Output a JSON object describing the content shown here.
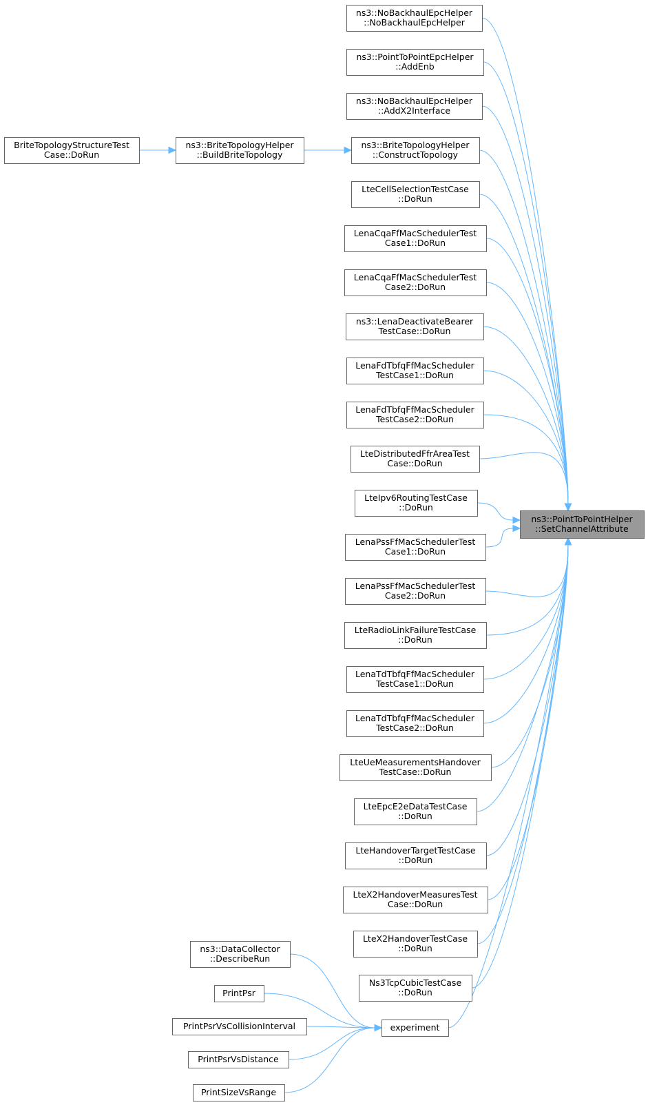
{
  "graph": {
    "edge_color": "#63b8ff",
    "target_fill": "#999999",
    "box_stroke": "#666666",
    "nodes": [
      {
        "id": "target",
        "lines": [
          "ns3::PointToPointHelper",
          "::SetChannelAttribute"
        ]
      },
      {
        "id": "n1",
        "lines": [
          "ns3::NoBackhaulEpcHelper",
          "::NoBackhaulEpcHelper"
        ]
      },
      {
        "id": "n2",
        "lines": [
          "ns3::PointToPointEpcHelper",
          "::AddEnb"
        ]
      },
      {
        "id": "n3",
        "lines": [
          "ns3::NoBackhaulEpcHelper",
          "::AddX2Interface"
        ]
      },
      {
        "id": "n4",
        "lines": [
          "ns3::BriteTopologyHelper",
          "::ConstructTopology"
        ]
      },
      {
        "id": "n5",
        "lines": [
          "LteCellSelectionTestCase",
          "::DoRun"
        ]
      },
      {
        "id": "n6",
        "lines": [
          "LenaCqaFfMacSchedulerTest",
          "Case1::DoRun"
        ]
      },
      {
        "id": "n7",
        "lines": [
          "LenaCqaFfMacSchedulerTest",
          "Case2::DoRun"
        ]
      },
      {
        "id": "n8",
        "lines": [
          "ns3::LenaDeactivateBearer",
          "TestCase::DoRun"
        ]
      },
      {
        "id": "n9",
        "lines": [
          "LenaFdTbfqFfMacScheduler",
          "TestCase1::DoRun"
        ]
      },
      {
        "id": "n10",
        "lines": [
          "LenaFdTbfqFfMacScheduler",
          "TestCase2::DoRun"
        ]
      },
      {
        "id": "n11",
        "lines": [
          "LteDistributedFfrAreaTest",
          "Case::DoRun"
        ]
      },
      {
        "id": "n12",
        "lines": [
          "LteIpv6RoutingTestCase",
          "::DoRun"
        ]
      },
      {
        "id": "n13",
        "lines": [
          "LenaPssFfMacSchedulerTest",
          "Case1::DoRun"
        ]
      },
      {
        "id": "n14",
        "lines": [
          "LenaPssFfMacSchedulerTest",
          "Case2::DoRun"
        ]
      },
      {
        "id": "n15",
        "lines": [
          "LteRadioLinkFailureTestCase",
          "::DoRun"
        ]
      },
      {
        "id": "n16",
        "lines": [
          "LenaTdTbfqFfMacScheduler",
          "TestCase1::DoRun"
        ]
      },
      {
        "id": "n17",
        "lines": [
          "LenaTdTbfqFfMacScheduler",
          "TestCase2::DoRun"
        ]
      },
      {
        "id": "n18",
        "lines": [
          "LteUeMeasurementsHandover",
          "TestCase::DoRun"
        ]
      },
      {
        "id": "n19",
        "lines": [
          "LteEpcE2eDataTestCase",
          "::DoRun"
        ]
      },
      {
        "id": "n20",
        "lines": [
          "LteHandoverTargetTestCase",
          "::DoRun"
        ]
      },
      {
        "id": "n21",
        "lines": [
          "LteX2HandoverMeasuresTest",
          "Case::DoRun"
        ]
      },
      {
        "id": "n22",
        "lines": [
          "LteX2HandoverTestCase",
          "::DoRun"
        ]
      },
      {
        "id": "n23",
        "lines": [
          "Ns3TcpCubicTestCase",
          "::DoRun"
        ]
      },
      {
        "id": "experiment",
        "lines": [
          "experiment"
        ]
      },
      {
        "id": "bth",
        "lines": [
          "ns3::BriteTopologyHelper",
          "::BuildBriteTopology"
        ]
      },
      {
        "id": "btst",
        "lines": [
          "BriteTopologyStructureTest",
          "Case::DoRun"
        ]
      },
      {
        "id": "dc",
        "lines": [
          "ns3::DataCollector",
          "::DescribeRun"
        ]
      },
      {
        "id": "pp",
        "lines": [
          "PrintPsr"
        ]
      },
      {
        "id": "ppci",
        "lines": [
          "PrintPsrVsCollisionInterval"
        ]
      },
      {
        "id": "ppd",
        "lines": [
          "PrintPsrVsDistance"
        ]
      },
      {
        "id": "psr",
        "lines": [
          "PrintSizeVsRange"
        ]
      }
    ],
    "edges": [
      {
        "from": "n1",
        "to": "target"
      },
      {
        "from": "n2",
        "to": "target"
      },
      {
        "from": "n3",
        "to": "target"
      },
      {
        "from": "n4",
        "to": "target"
      },
      {
        "from": "n5",
        "to": "target"
      },
      {
        "from": "n6",
        "to": "target"
      },
      {
        "from": "n7",
        "to": "target"
      },
      {
        "from": "n8",
        "to": "target"
      },
      {
        "from": "n9",
        "to": "target"
      },
      {
        "from": "n10",
        "to": "target"
      },
      {
        "from": "n11",
        "to": "target"
      },
      {
        "from": "n12",
        "to": "target"
      },
      {
        "from": "n13",
        "to": "target"
      },
      {
        "from": "n14",
        "to": "target"
      },
      {
        "from": "n15",
        "to": "target"
      },
      {
        "from": "n16",
        "to": "target"
      },
      {
        "from": "n17",
        "to": "target"
      },
      {
        "from": "n18",
        "to": "target"
      },
      {
        "from": "n19",
        "to": "target"
      },
      {
        "from": "n20",
        "to": "target"
      },
      {
        "from": "n21",
        "to": "target"
      },
      {
        "from": "n22",
        "to": "target"
      },
      {
        "from": "n23",
        "to": "target"
      },
      {
        "from": "experiment",
        "to": "target"
      },
      {
        "from": "bth",
        "to": "n4"
      },
      {
        "from": "btst",
        "to": "bth"
      },
      {
        "from": "dc",
        "to": "experiment"
      },
      {
        "from": "pp",
        "to": "experiment"
      },
      {
        "from": "ppci",
        "to": "experiment"
      },
      {
        "from": "ppd",
        "to": "experiment"
      },
      {
        "from": "psr",
        "to": "experiment"
      }
    ]
  }
}
